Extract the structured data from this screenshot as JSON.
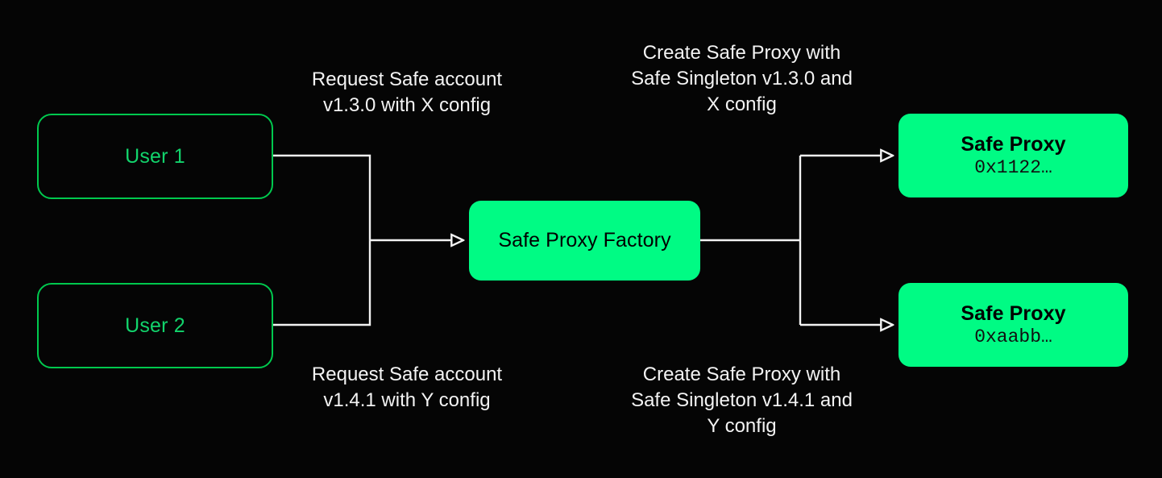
{
  "diagram": {
    "title": "Safe Proxy Factory deployment flow",
    "background": "#050505",
    "accent_green": "#00FB84",
    "outline_green": "#00C94E",
    "user_text_green": "#12D46C",
    "wire_color": "#F2F2F2"
  },
  "nodes": {
    "user1": {
      "label": "User 1"
    },
    "user2": {
      "label": "User 2"
    },
    "factory": {
      "label": "Safe Proxy Factory"
    },
    "proxy1": {
      "label": "Safe Proxy",
      "address": "0x1122…"
    },
    "proxy2": {
      "label": "Safe Proxy",
      "address": "0xaabb…"
    }
  },
  "edge_labels": {
    "request_top": "Request Safe account\nv1.3.0 with X config",
    "request_bottom": "Request Safe account\nv1.4.1 with Y config",
    "create_top": "Create Safe Proxy with\nSafe Singleton v1.3.0 and\nX config",
    "create_bottom": "Create Safe Proxy with\nSafe Singleton v1.4.1 and\nY config"
  }
}
